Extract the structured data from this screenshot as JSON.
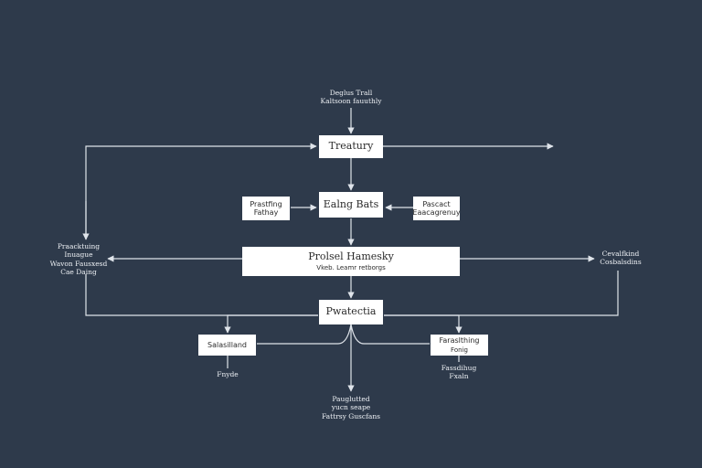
{
  "colors": {
    "background": "#2e3a4b",
    "line": "#dfe4ea",
    "box": "#ffffff",
    "text": "#2b2b2b"
  },
  "top_label": [
    "Deglus Trall",
    "Kaltsoon fauuthly"
  ],
  "nodes": {
    "treasury": {
      "main": "Treatury"
    },
    "daily_data": {
      "main": "Ealng Bats"
    },
    "left_small": [
      "Prastfing",
      "Fathay"
    ],
    "right_small": [
      "Pascact",
      "Eaacagrenuy"
    ],
    "project": {
      "main": "Prolsel Hamesky",
      "sub": "Vkeb. Leamr retborgs"
    },
    "protocols": {
      "main": "Pwatectia"
    },
    "bottom_left": {
      "main": "Salasilland"
    },
    "bottom_right": {
      "main": "Faraslthing",
      "sub": "Fonig"
    }
  },
  "side_labels": {
    "left": [
      "Praacktuing",
      "Inuague",
      "Wavon   Fausxesd",
      "Cae Daing"
    ],
    "right": [
      "Cevalfkind",
      "Cosbalsdins"
    ]
  },
  "bottom_labels": {
    "left": [
      "Fnyde"
    ],
    "center": [
      "Pauglutted",
      "yucn seape",
      "Fattrsy Guscfans"
    ],
    "right": [
      "Fassdihug",
      "Fxaln"
    ]
  }
}
